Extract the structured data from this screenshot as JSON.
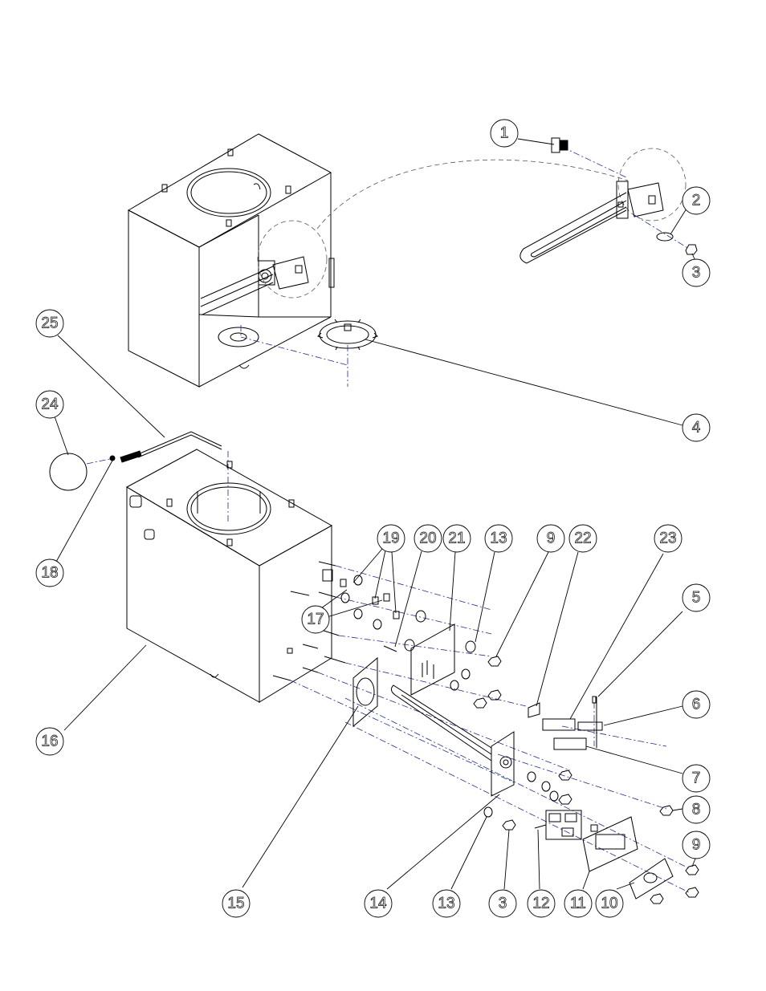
{
  "callouts": [
    {
      "id": "c1",
      "label": "1"
    },
    {
      "id": "c2",
      "label": "2"
    },
    {
      "id": "c3a",
      "label": "3"
    },
    {
      "id": "c4",
      "label": "4"
    },
    {
      "id": "c25",
      "label": "25"
    },
    {
      "id": "c24",
      "label": "24"
    },
    {
      "id": "c18",
      "label": "18"
    },
    {
      "id": "c19",
      "label": "19"
    },
    {
      "id": "c20",
      "label": "20"
    },
    {
      "id": "c21",
      "label": "21"
    },
    {
      "id": "c13a",
      "label": "13"
    },
    {
      "id": "c9a",
      "label": "9"
    },
    {
      "id": "c22",
      "label": "22"
    },
    {
      "id": "c23",
      "label": "23"
    },
    {
      "id": "c5",
      "label": "5"
    },
    {
      "id": "c17",
      "label": "17"
    },
    {
      "id": "c6",
      "label": "6"
    },
    {
      "id": "c16",
      "label": "16"
    },
    {
      "id": "c7",
      "label": "7"
    },
    {
      "id": "c8",
      "label": "8"
    },
    {
      "id": "c9b",
      "label": "9"
    },
    {
      "id": "c15",
      "label": "15"
    },
    {
      "id": "c14",
      "label": "14"
    },
    {
      "id": "c13b",
      "label": "13"
    },
    {
      "id": "c3b",
      "label": "3"
    },
    {
      "id": "c12",
      "label": "12"
    },
    {
      "id": "c11",
      "label": "11"
    },
    {
      "id": "c10",
      "label": "10"
    }
  ]
}
